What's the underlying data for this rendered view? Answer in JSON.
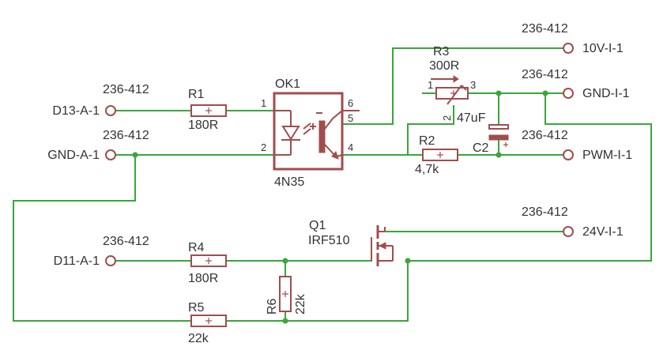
{
  "connectors": {
    "d13": {
      "net": "D13-A-1",
      "part": "236-412"
    },
    "gnd_a": {
      "net": "GND-A-1",
      "part": "236-412"
    },
    "d11": {
      "net": "D11-A-1",
      "part": "236-412"
    },
    "v10": {
      "net": "10V-I-1",
      "part": "236-412"
    },
    "gnd_i": {
      "net": "GND-I-1",
      "part": "236-412"
    },
    "pwm": {
      "net": "PWM-I-1",
      "part": "236-412"
    },
    "v24": {
      "net": "24V-I-1",
      "part": "236-412"
    }
  },
  "components": {
    "r1": {
      "name": "R1",
      "value": "180R"
    },
    "r2": {
      "name": "R2",
      "value": "4,7k"
    },
    "r3": {
      "name": "R3",
      "value": "300R"
    },
    "r4": {
      "name": "R4",
      "value": "180R"
    },
    "r5": {
      "name": "R5",
      "value": "22k"
    },
    "r6": {
      "name": "R6",
      "value": "22k"
    },
    "c2": {
      "name": "C2",
      "value": "47uF"
    },
    "ok1": {
      "name": "OK1",
      "value": "4N35"
    },
    "q1": {
      "name": "Q1",
      "value": "IRF510"
    }
  },
  "pins": {
    "ok1": [
      "1",
      "2",
      "4",
      "5",
      "6"
    ],
    "r3": [
      "1",
      "2",
      "3"
    ]
  }
}
